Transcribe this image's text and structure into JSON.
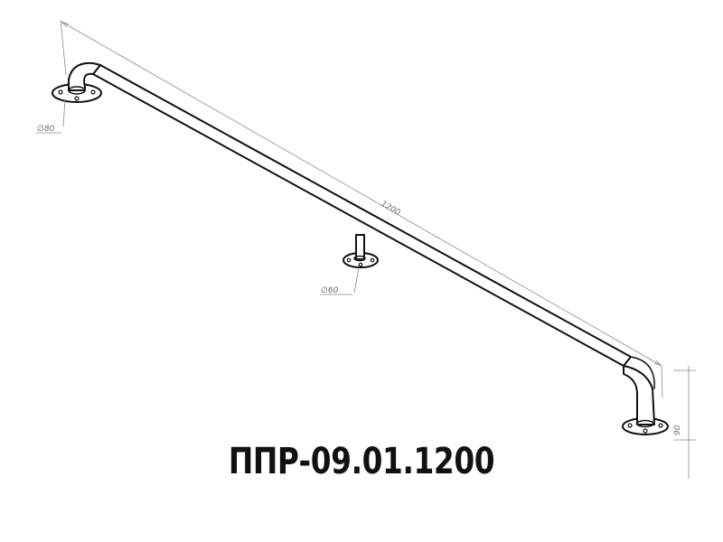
{
  "dimensions": {
    "length": "1200",
    "height": "90",
    "flange_end_diameter": "∅80",
    "flange_mid_diameter": "∅60"
  },
  "product_code": "ППР-09.01.1200"
}
